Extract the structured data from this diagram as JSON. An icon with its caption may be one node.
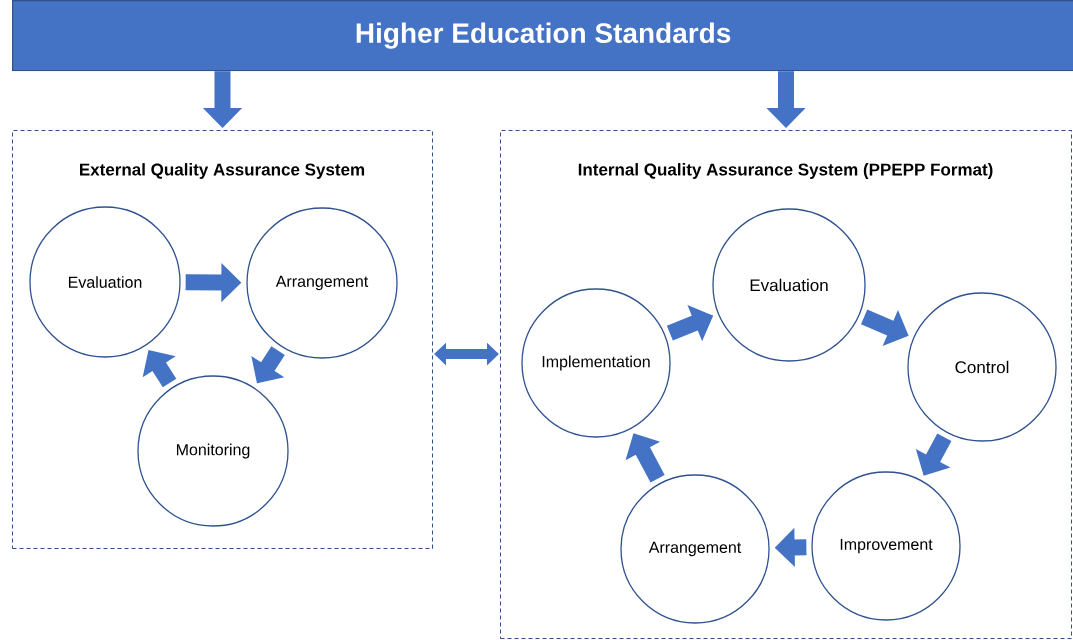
{
  "diagram": {
    "nodes": [
      {
        "text": [
          "Higher Education Standards"
        ]
      },
      {
        "text": [
          "External Quality Assurance System"
        ]
      },
      {
        "text": [
          "Evaluation"
        ],
        "in": 1
      },
      {
        "text": [
          "Arrangement"
        ],
        "in": 1
      },
      {
        "text": [
          "Monitoring"
        ],
        "in": 1
      },
      {
        "text": [
          "Internal Quality Assurance System (PPEPP Format)"
        ]
      },
      {
        "text": [
          "Evaluation"
        ],
        "in": 5
      },
      {
        "text": [
          "Control"
        ],
        "in": 5
      },
      {
        "text": [
          "Improvement"
        ],
        "in": 5
      },
      {
        "text": [
          "Arrangement"
        ],
        "in": 5
      },
      {
        "text": [
          "Implementation"
        ],
        "in": 5
      }
    ],
    "edges": [
      {
        "from": 0,
        "to": 1,
        "arrow": "to"
      },
      {
        "from": 0,
        "to": 5,
        "arrow": "to"
      },
      {
        "from": 2,
        "to": 3,
        "arrow": "to"
      },
      {
        "from": 3,
        "to": 4,
        "arrow": "to"
      },
      {
        "from": 4,
        "to": 2,
        "arrow": "to"
      },
      {
        "from": 1,
        "to": 5,
        "arrow": "both"
      },
      {
        "from": 10,
        "to": 6,
        "arrow": "to"
      },
      {
        "from": 6,
        "to": 7,
        "arrow": "to"
      },
      {
        "from": 7,
        "to": 8,
        "arrow": "to"
      },
      {
        "from": 8,
        "to": 9,
        "arrow": "to"
      },
      {
        "from": 9,
        "to": 10,
        "arrow": "to"
      }
    ]
  }
}
